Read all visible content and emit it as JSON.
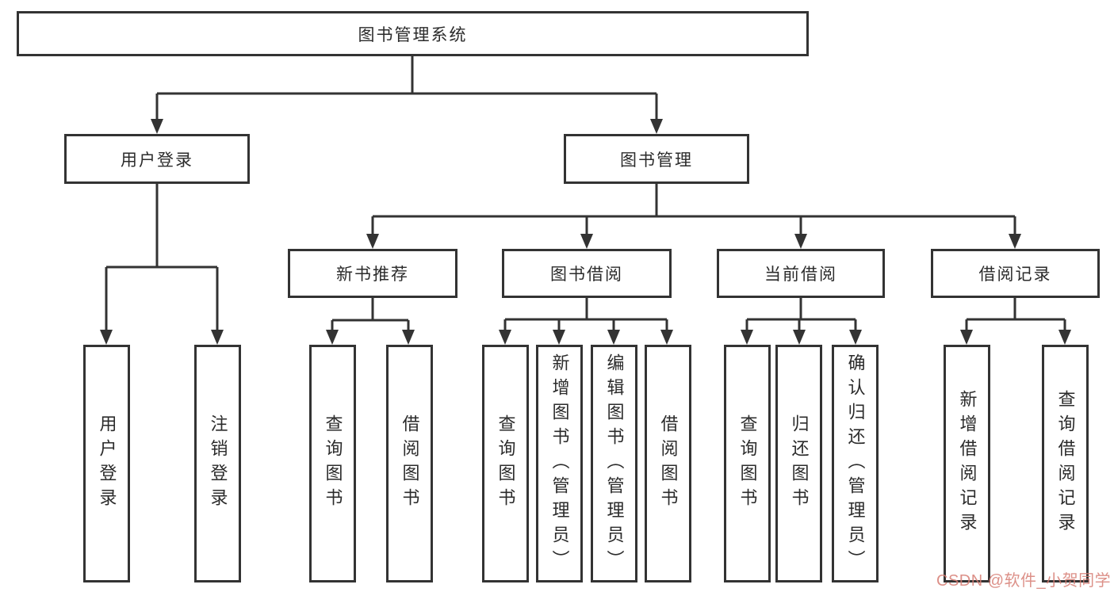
{
  "diagram": {
    "type": "hierarchy-functional-structure",
    "colors": {
      "line": "#333333",
      "box_border": "#333333",
      "box_fill": "#ffffff",
      "text": "#2b2b2b",
      "background": "#ffffff",
      "watermark": "#d67d73"
    },
    "tree": {
      "root": {
        "label": "图书管理系统"
      },
      "children": [
        {
          "label": "用户登录",
          "children": [
            {
              "label": "用户登录"
            },
            {
              "label": "注销登录"
            }
          ]
        },
        {
          "label": "图书管理",
          "children": [
            {
              "label": "新书推荐",
              "children": [
                {
                  "label": "查询图书"
                },
                {
                  "label": "借阅图书"
                }
              ]
            },
            {
              "label": "图书借阅",
              "children": [
                {
                  "label": "查询图书"
                },
                {
                  "label": "新增图书（管理员）"
                },
                {
                  "label": "编辑图书（管理员）"
                },
                {
                  "label": "借阅图书"
                }
              ]
            },
            {
              "label": "当前借阅",
              "children": [
                {
                  "label": "查询图书"
                },
                {
                  "label": "归还图书"
                },
                {
                  "label": "确认归还（管理员）"
                }
              ]
            },
            {
              "label": "借阅记录",
              "children": [
                {
                  "label": "新增借阅记录"
                },
                {
                  "label": "查询借阅记录"
                }
              ]
            }
          ]
        }
      ]
    },
    "watermark": {
      "text": "CSDN @软件_小贺同学"
    }
  }
}
